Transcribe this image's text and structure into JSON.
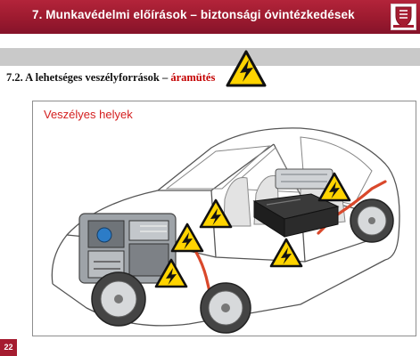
{
  "header": {
    "title": "7. Munkavédelmi előírások – biztonsági óvintézkedések",
    "accent_color": "#9c1a2f",
    "logo_icon": "institution-logo-icon"
  },
  "section": {
    "title_prefix": "7.2. A lehetséges veszélyforrások – ",
    "title_highlight": "áramütés",
    "highlight_color": "#c40000"
  },
  "figure": {
    "label": "Veszélyes helyek",
    "label_color": "#d42020",
    "warning_icon": "high-voltage-warning-icon",
    "warning_colors": {
      "fill": "#ffd400",
      "stroke": "#111111"
    }
  },
  "footer": {
    "page_number": "22"
  }
}
